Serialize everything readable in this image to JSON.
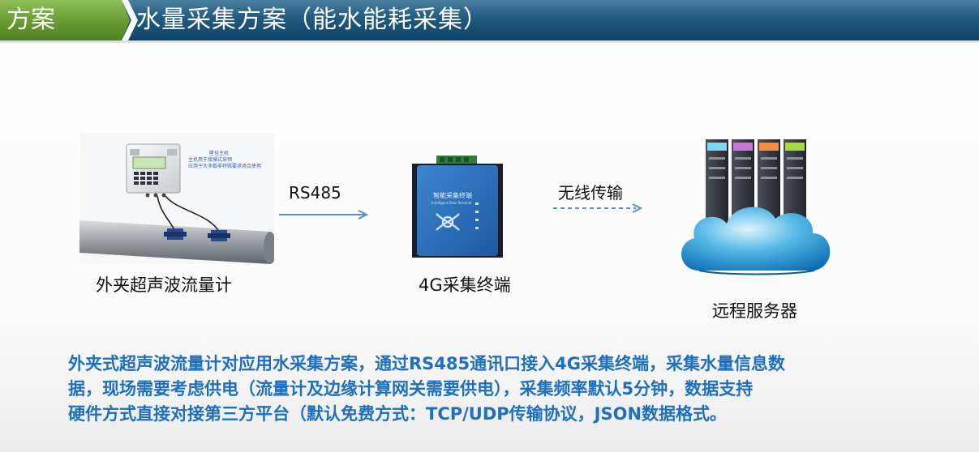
{
  "header": {
    "tag": "方案",
    "title": "水量采集方案（能水能耗采集）"
  },
  "devices": {
    "meter": {
      "label": "外夹超声波流量计",
      "note_line1": "壁挂主机",
      "note_line2": "主机用于接爆式采频",
      "note_line3": "应用于大多数非特殊要求场合使用"
    },
    "terminal": {
      "label": "4G采集终端",
      "device_text": "智能采集终端",
      "device_subtext": "Intelligent Data Terminal"
    },
    "server": {
      "label": "远程服务器"
    }
  },
  "connections": {
    "wired": "RS485",
    "wireless": "无线传输"
  },
  "description": {
    "line1": "外夹式超声波流量计对应用水采集方案，通过RS485通讯口接入4G采集终端，采集水量信息数",
    "line2": "据，现场需要考虑供电（流量计及边缘计算网关需要供电），采集频率默认5分钟，数据支持",
    "line3": "硬件方式直接对接第三方平台（默认免费方式：TCP/UDP传输协议，JSON数据格式。"
  },
  "colors": {
    "header_blue": "#1f5a80",
    "tag_green": "#6a9e34",
    "description_blue": "#1f6fbf",
    "arrow_blue": "#5b8fc9",
    "server_lights": [
      "#7fd6f2",
      "#c879d6",
      "#f2904a",
      "#a8d84a"
    ]
  },
  "icons": {
    "meter": "ultrasonic-flowmeter-icon",
    "terminal": "4g-terminal-icon",
    "server": "cloud-server-icon"
  }
}
